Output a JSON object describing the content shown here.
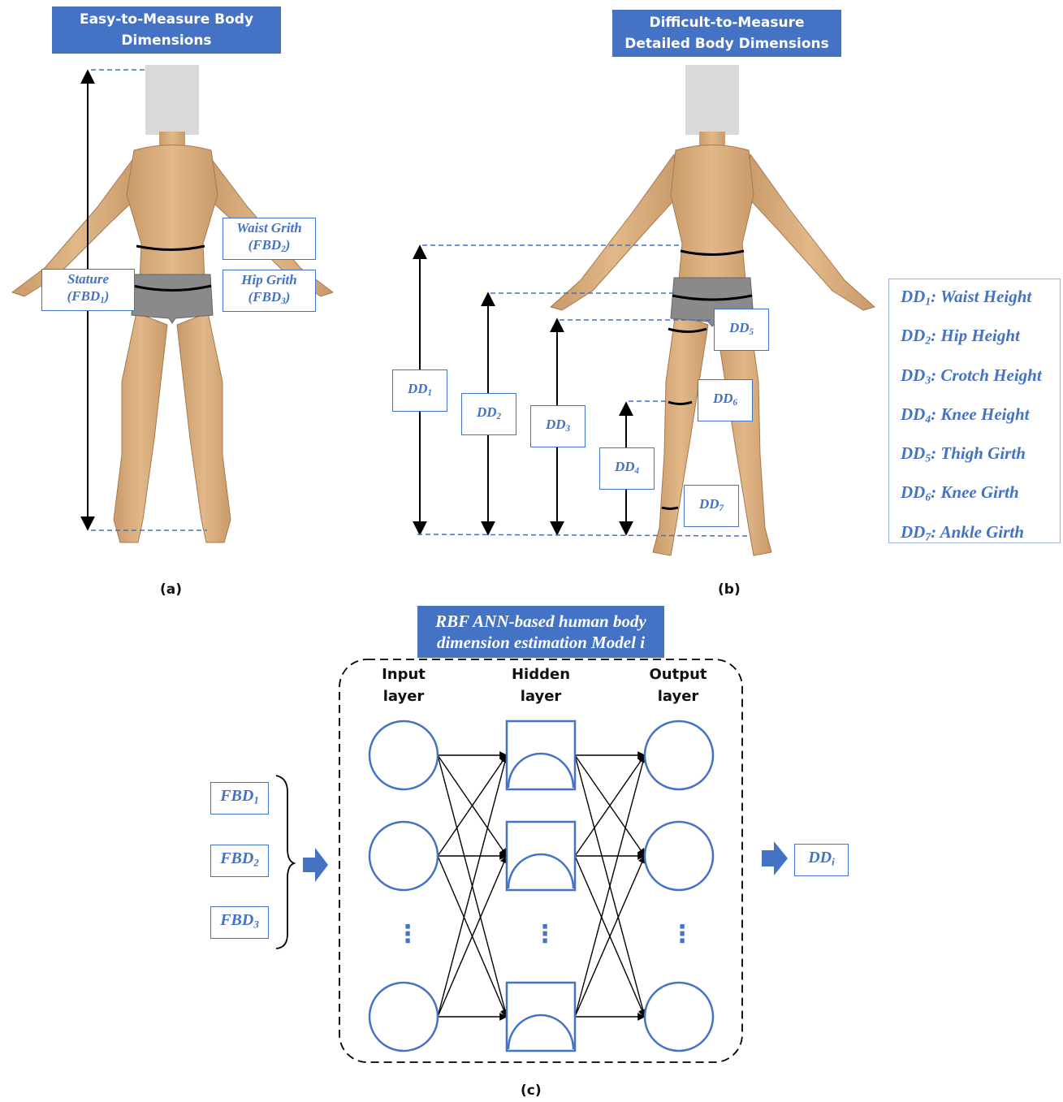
{
  "panel_a": {
    "header_line1": "Easy-to-Measure Body",
    "header_line2": "Dimensions",
    "caption": "(a)",
    "stature": {
      "name": "Stature",
      "code": "FBD",
      "sub": "1"
    },
    "waist": {
      "name": "Waist Grith",
      "code": "FBD",
      "sub": "2"
    },
    "hip": {
      "name": "Hip Grith",
      "code": "FBD",
      "sub": "3"
    }
  },
  "panel_b": {
    "header_line1": "Difficult-to-Measure",
    "header_line2": "Detailed Body Dimensions",
    "caption": "(b)",
    "dd_prefix": "DD",
    "dd_subs": {
      "dd1": "1",
      "dd2": "2",
      "dd3": "3",
      "dd4": "4",
      "dd5": "5",
      "dd6": "6",
      "dd7": "7"
    },
    "legend": [
      {
        "sub": "1",
        "text": ": Waist Height"
      },
      {
        "sub": "2",
        "text": ": Hip Height"
      },
      {
        "sub": "3",
        "text": ": Crotch Height"
      },
      {
        "sub": "4",
        "text": ": Knee Height"
      },
      {
        "sub": "5",
        "text": ": Thigh Girth"
      },
      {
        "sub": "6",
        "text": ": Knee Girth"
      },
      {
        "sub": "7",
        "text": ": Ankle Girth"
      }
    ]
  },
  "panel_c": {
    "header_line1": "RBF ANN-based human body",
    "header_line2": "dimension estimation Model i",
    "caption": "(c)",
    "input_layer": {
      "l1": "Input",
      "l2": "layer"
    },
    "hidden_layer": {
      "l1": "Hidden",
      "l2": "layer"
    },
    "output_layer": {
      "l1": "Output",
      "l2": "layer"
    },
    "inputs": [
      {
        "code": "FBD",
        "sub": "1"
      },
      {
        "code": "FBD",
        "sub": "2"
      },
      {
        "code": "FBD",
        "sub": "3"
      }
    ],
    "output": {
      "code": "DD",
      "sub": "i"
    },
    "ellipsis": "⋮"
  },
  "colors": {
    "accent": "#4472c4",
    "skin": "#d9ac7c",
    "skin_dark": "#b7865a",
    "shorts": "#8a8a8a",
    "face_block": "#d9d9d9"
  }
}
